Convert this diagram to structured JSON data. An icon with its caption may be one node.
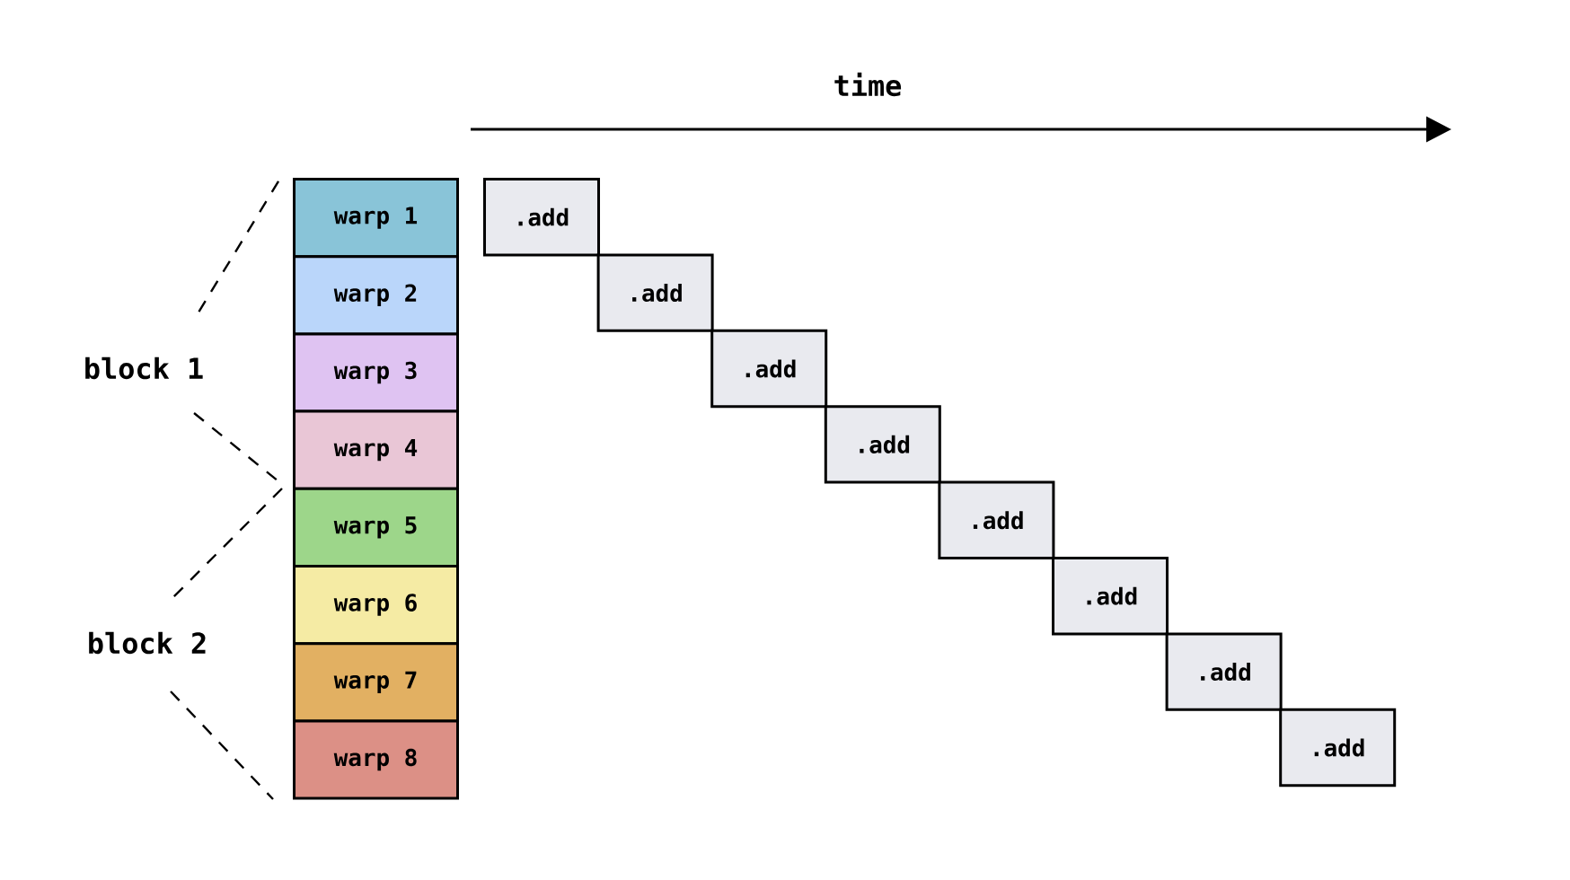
{
  "diagram": {
    "nodes": [
      {
        "text": [
          "warp 1"
        ]
      },
      {
        "text": [
          "warp 2"
        ]
      },
      {
        "text": [
          "warp 3"
        ]
      },
      {
        "text": [
          "warp 4"
        ]
      },
      {
        "text": [
          "warp 5"
        ]
      },
      {
        "text": [
          "warp 6"
        ]
      },
      {
        "text": [
          "warp 7"
        ]
      },
      {
        "text": [
          "warp 8"
        ]
      },
      {
        "text": [
          ".add"
        ]
      },
      {
        "text": [
          ".add"
        ]
      },
      {
        "text": [
          ".add"
        ]
      },
      {
        "text": [
          ".add"
        ]
      },
      {
        "text": [
          ".add"
        ]
      },
      {
        "text": [
          ".add"
        ]
      },
      {
        "text": [
          ".add"
        ]
      },
      {
        "text": [
          ".add"
        ]
      }
    ],
    "labels": [
      "time",
      "block 1",
      "block 2"
    ]
  }
}
